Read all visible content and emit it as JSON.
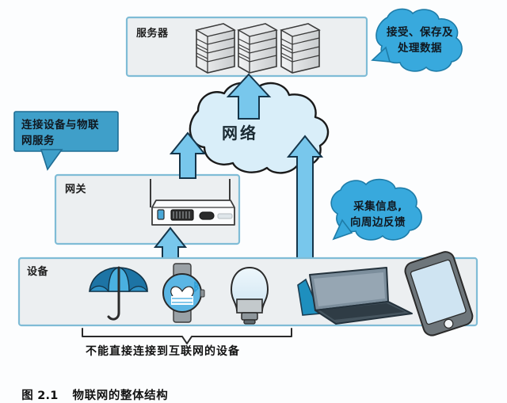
{
  "figure": {
    "caption_number": "图 2.1",
    "caption_title": "物联网的整体结构",
    "background_color": "#fcfdfe",
    "accent_arrow_color": "#6cc4ec",
    "bubble_color": "#38a9dd",
    "panel_fill": "#eceff1",
    "panel_border": "#7fbcd6"
  },
  "panels": [
    {
      "id": "server",
      "label": "服务器"
    },
    {
      "id": "gateway",
      "label": "网关"
    },
    {
      "id": "device",
      "label": "设备"
    }
  ],
  "cloud": {
    "label": "网络"
  },
  "bubbles": [
    {
      "id": "server-bubble",
      "shape": "cloud",
      "lines": [
        "接受、保存及",
        "处理数据"
      ],
      "color": "#38a9dd"
    },
    {
      "id": "gateway-bubble",
      "shape": "rect",
      "lines": [
        "连接设备与物联",
        "网服务"
      ],
      "color": "#3f9fc9"
    },
    {
      "id": "device-bubble",
      "shape": "cloud",
      "lines": [
        "采集信息,",
        "向周边反馈"
      ],
      "color": "#38a9dd"
    }
  ],
  "annotation": {
    "brace_text": "不能直接连接到互联网的设备"
  },
  "icons": {
    "servers": [
      "server-rack-1",
      "server-rack-2",
      "server-rack-3"
    ],
    "gateway_device": "gateway-router-icon",
    "devices": [
      "umbrella-icon",
      "smartwatch-icon",
      "lightbulb-icon",
      "laptop-icon",
      "smartphone-icon"
    ]
  },
  "arrows": [
    {
      "id": "cloud-to-server",
      "direction": "up"
    },
    {
      "id": "gateway-to-cloud",
      "direction": "up"
    },
    {
      "id": "device-to-cloud",
      "direction": "up"
    },
    {
      "id": "device-to-gateway",
      "direction": "up"
    }
  ]
}
